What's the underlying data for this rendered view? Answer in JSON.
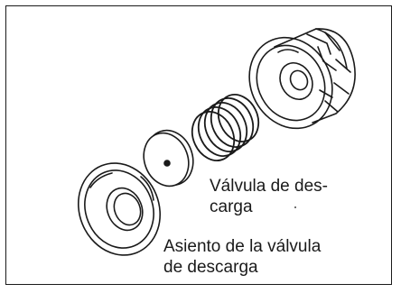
{
  "labels": {
    "valve_line1": "Válvula de des-",
    "valve_line2": "carga",
    "seat_line1": "Asiento de la válvula",
    "seat_line2": "de descarga"
  },
  "parts": {
    "housing": "discharge-valve-housing",
    "spring": "coil-spring",
    "disc": "discharge-valve-disc",
    "seat": "discharge-valve-seat"
  },
  "colors": {
    "line": "#1a1a1a",
    "background": "#ffffff"
  }
}
